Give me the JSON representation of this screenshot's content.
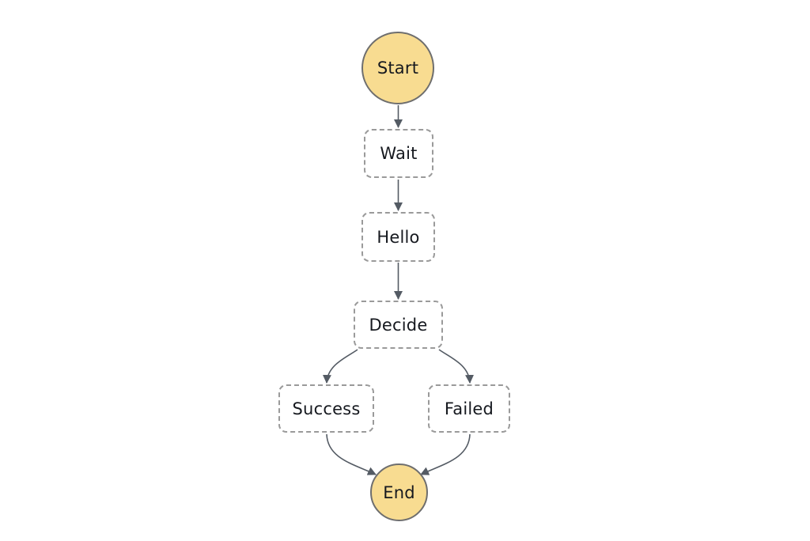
{
  "diagram": {
    "type": "workflow-state-machine-graph",
    "background_color": "#ffffff",
    "nodes": [
      {
        "id": "start",
        "label": "Start",
        "shape": "circle",
        "fill": "#f8dc91"
      },
      {
        "id": "wait",
        "label": "Wait",
        "shape": "dashed-rectangle",
        "fill": "#ffffff"
      },
      {
        "id": "hello",
        "label": "Hello",
        "shape": "dashed-rectangle",
        "fill": "#ffffff"
      },
      {
        "id": "decide",
        "label": "Decide",
        "shape": "dashed-rectangle",
        "fill": "#ffffff"
      },
      {
        "id": "success",
        "label": "Success",
        "shape": "dashed-rectangle",
        "fill": "#ffffff"
      },
      {
        "id": "failed",
        "label": "Failed",
        "shape": "dashed-rectangle",
        "fill": "#ffffff"
      },
      {
        "id": "end",
        "label": "End",
        "shape": "circle",
        "fill": "#f8dc91"
      }
    ],
    "edges": [
      {
        "from": "Start",
        "to": "Wait",
        "style": "straight-arrow"
      },
      {
        "from": "Wait",
        "to": "Hello",
        "style": "straight-arrow"
      },
      {
        "from": "Hello",
        "to": "Decide",
        "style": "straight-arrow"
      },
      {
        "from": "Decide",
        "to": "Success",
        "style": "curved-arrow"
      },
      {
        "from": "Decide",
        "to": "Failed",
        "style": "curved-arrow"
      },
      {
        "from": "Success",
        "to": "End",
        "style": "curved-arrow"
      },
      {
        "from": "Failed",
        "to": "End",
        "style": "curved-arrow"
      }
    ],
    "colors": {
      "terminal_fill": "#f8dc91",
      "terminal_border": "#6e6e6e",
      "state_border": "#9a9a9a",
      "edge_arrow": "#545b64",
      "text": "#16191f"
    }
  }
}
